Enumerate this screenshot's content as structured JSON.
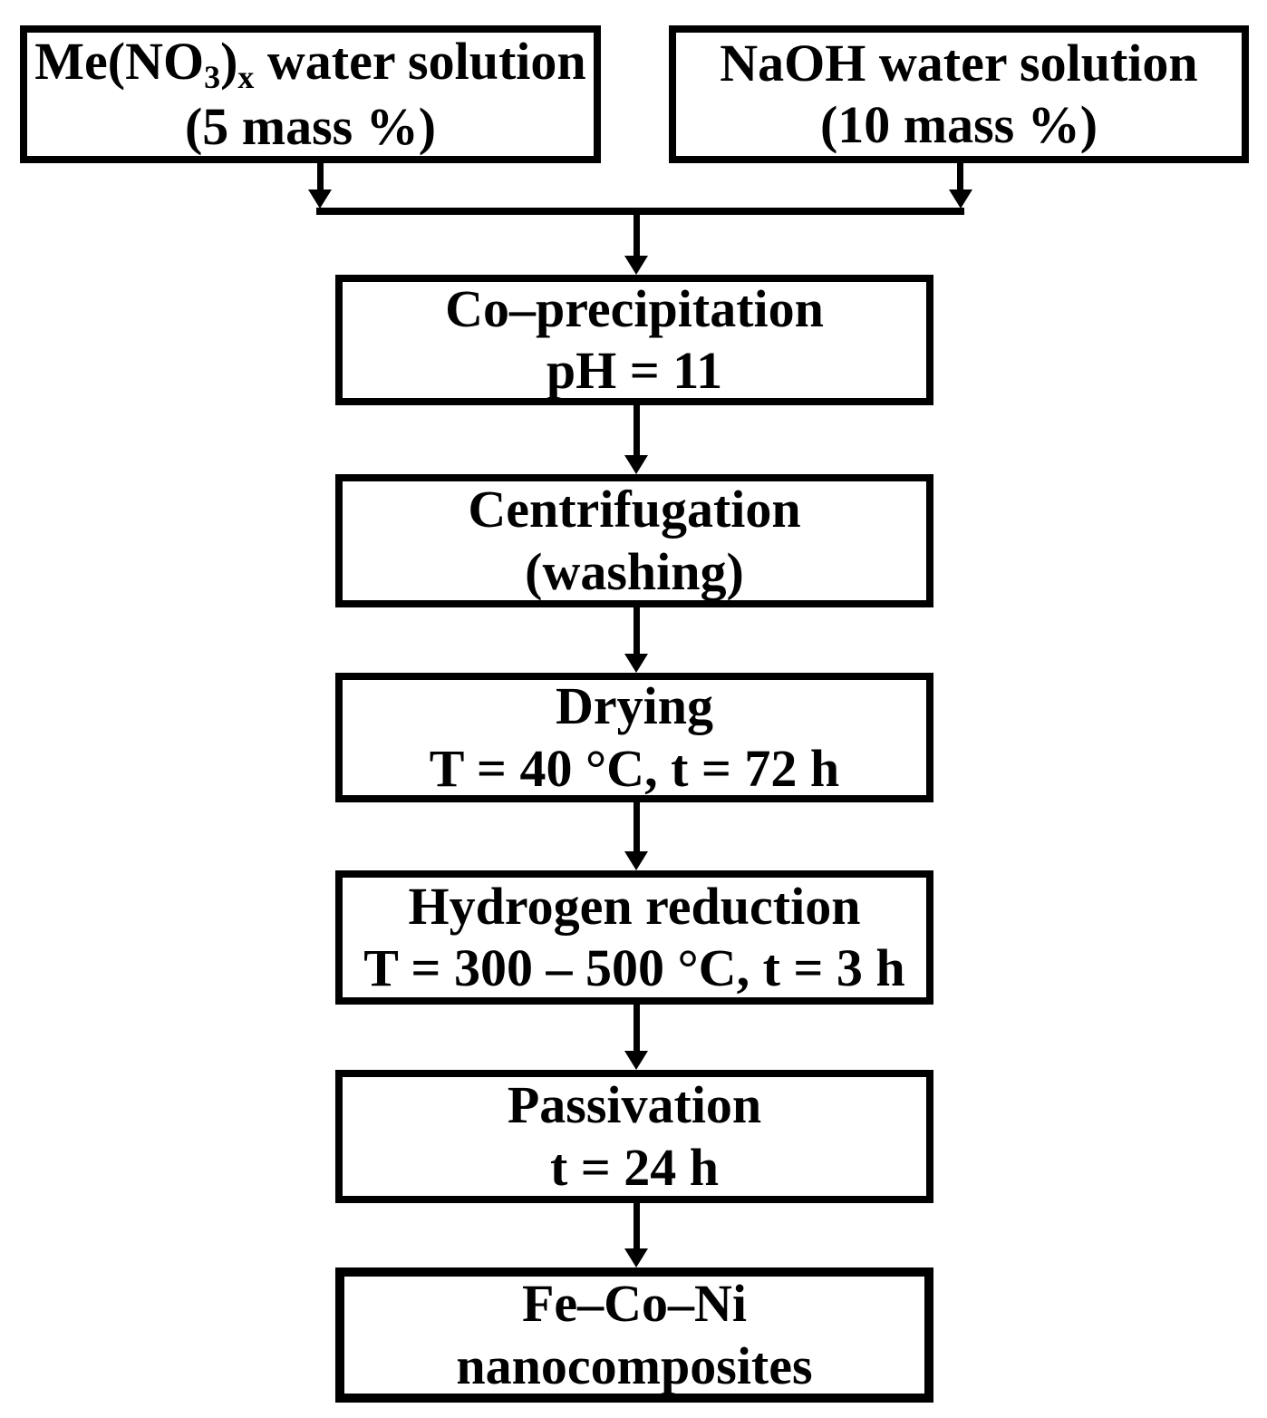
{
  "figure": {
    "type": "process-flowchart",
    "background_color": "#ffffff",
    "line_color": "#000000",
    "text_color": "#000000"
  },
  "nodes": {
    "me_no3": {
      "line1_seg1": "Me(NO",
      "line1_sub1": "3",
      "line1_seg2": ")",
      "line1_sub2": "x",
      "line1_seg3": " water solution",
      "line2": "(5 mass %)"
    },
    "naoh": {
      "line1": "NaOH water solution",
      "line2": "(10 mass %)"
    },
    "co_precipitation": {
      "line1": "Co–precipitation",
      "line2": "pH = 11"
    },
    "centrifugation": {
      "line1": "Centrifugation",
      "line2": "(washing)"
    },
    "drying": {
      "line1": "Drying",
      "line2": "T = 40 °C, t = 72 h"
    },
    "hydrogen_reduction": {
      "line1": "Hydrogen reduction",
      "line2": "T = 300 – 500 °C, t = 3 h"
    },
    "passivation": {
      "line1": "Passivation",
      "line2": "t = 24 h"
    },
    "product": {
      "line1": "Fe–Co–Ni",
      "line2": "nanocomposites"
    }
  },
  "connections": [
    {
      "from": "me_no3",
      "to": "merge-bar"
    },
    {
      "from": "naoh",
      "to": "merge-bar"
    },
    {
      "from": "merge-bar",
      "to": "co_precipitation"
    },
    {
      "from": "co_precipitation",
      "to": "centrifugation"
    },
    {
      "from": "centrifugation",
      "to": "drying"
    },
    {
      "from": "drying",
      "to": "hydrogen_reduction"
    },
    {
      "from": "hydrogen_reduction",
      "to": "passivation"
    },
    {
      "from": "passivation",
      "to": "product"
    }
  ]
}
